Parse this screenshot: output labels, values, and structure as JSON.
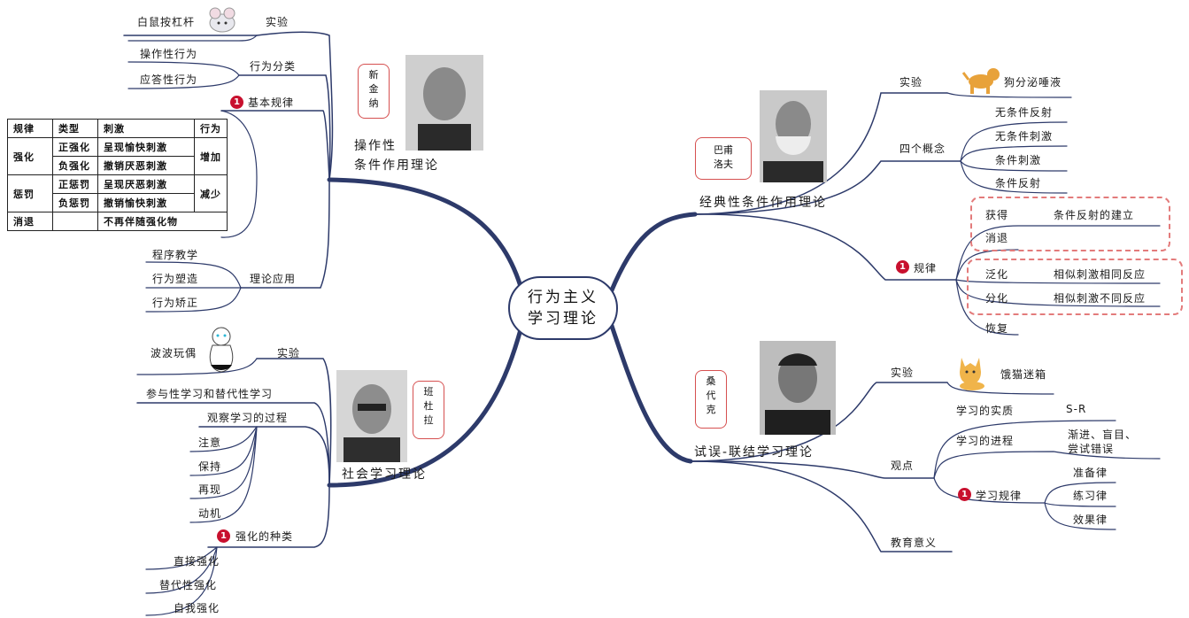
{
  "center": {
    "line1": "行为主义",
    "line2": "学习理论"
  },
  "skinner": {
    "name_box": [
      "新",
      "金",
      "纳"
    ],
    "title_line1": "操作性",
    "title_line2": "条件作用理论",
    "experiment": {
      "label": "实验",
      "item": "白鼠按杠杆"
    },
    "behavior_types": {
      "label": "行为分类",
      "items": [
        "操作性行为",
        "应答性行为"
      ]
    },
    "basic_rules": {
      "badge": "1",
      "label": "基本规律",
      "table": {
        "headers": [
          "规律",
          "类型",
          "刺激",
          "行为"
        ],
        "strengthen": "强化",
        "punish": "惩罚",
        "increase": "增加",
        "decrease": "减少",
        "rows": [
          [
            "正强化",
            "呈现愉快刺激"
          ],
          [
            "负强化",
            "撤销厌恶刺激"
          ],
          [
            "正惩罚",
            "呈现厌恶刺激"
          ],
          [
            "负惩罚",
            "撤销愉快刺激"
          ]
        ],
        "extinction": "消退",
        "extinction_desc": "不再伴随强化物"
      }
    },
    "application": {
      "label": "理论应用",
      "items": [
        "程序教学",
        "行为塑造",
        "行为矫正"
      ]
    }
  },
  "bandura": {
    "name_box": [
      "班",
      "杜",
      "拉"
    ],
    "title": "社会学习理论",
    "experiment": {
      "label": "实验",
      "item": "波波玩偶"
    },
    "participation": "参与性学习和替代性学习",
    "observation": {
      "label": "观察学习的过程",
      "items": [
        "注意",
        "保持",
        "再现",
        "动机"
      ]
    },
    "reinforcement": {
      "badge": "1",
      "label": "强化的种类",
      "items": [
        "直接强化",
        "替代性强化",
        "自我强化"
      ]
    }
  },
  "pavlov": {
    "name_box": [
      "巴甫",
      "洛夫"
    ],
    "title": "经典性条件作用理论",
    "experiment": {
      "label": "实验",
      "item": "狗分泌唾液"
    },
    "concepts": {
      "label": "四个概念",
      "items": [
        "无条件反射",
        "无条件刺激",
        "条件刺激",
        "条件反射"
      ]
    },
    "rules": {
      "badge": "1",
      "label": "规律",
      "items": [
        {
          "name": "获得",
          "desc": "条件反射的建立"
        },
        {
          "name": "消退",
          "desc": ""
        },
        {
          "name": "泛化",
          "desc": "相似刺激相同反应"
        },
        {
          "name": "分化",
          "desc": "相似刺激不同反应"
        },
        {
          "name": "恢复",
          "desc": ""
        }
      ]
    }
  },
  "thorndike": {
    "name_box": [
      "桑",
      "代",
      "克"
    ],
    "title": "试误-联结学习理论",
    "experiment": {
      "label": "实验",
      "item": "饿猫迷箱"
    },
    "views": {
      "label": "观点",
      "essence": {
        "label": "学习的实质",
        "value": "S-R"
      },
      "process": {
        "label": "学习的进程",
        "value_line1": "渐进、盲目、",
        "value_line2": "尝试错误"
      },
      "laws": {
        "badge": "1",
        "label": "学习规律",
        "items": [
          "准备律",
          "练习律",
          "效果律"
        ]
      }
    },
    "education": "教育意义"
  },
  "colors": {
    "branch": "#2d3a6a",
    "dash": "#e37b7b",
    "badge": "#c8102e"
  }
}
